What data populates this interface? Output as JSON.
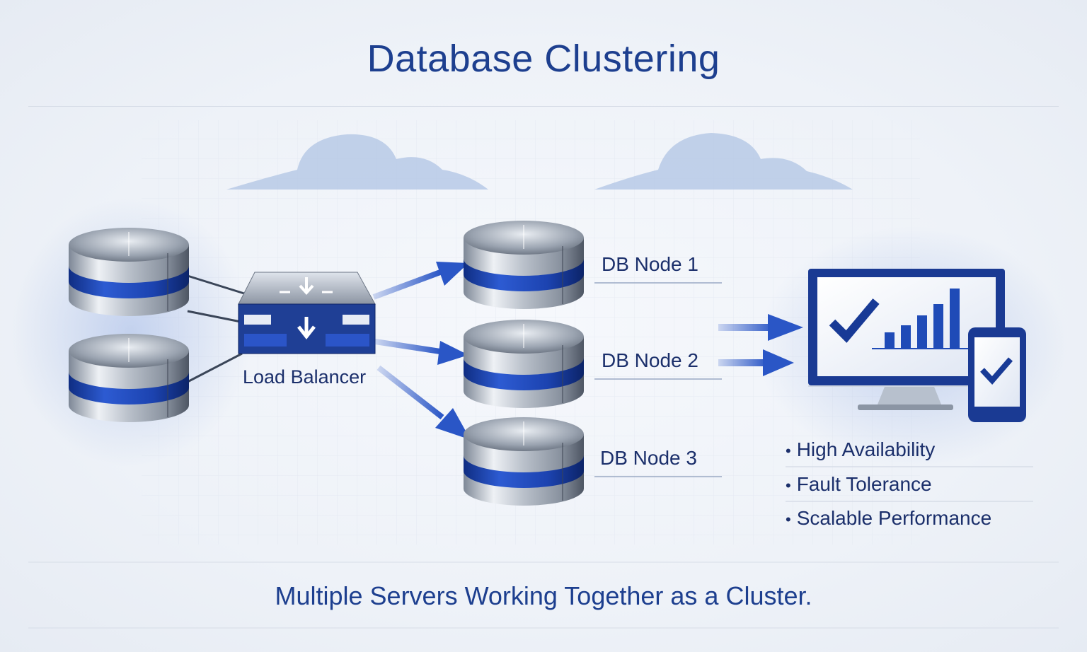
{
  "title": "Database Clustering",
  "load_balancer": {
    "label": "Load Balancer"
  },
  "nodes": [
    {
      "label": "DB Node 1"
    },
    {
      "label": "DB Node 2"
    },
    {
      "label": "DB Node 3"
    }
  ],
  "benefits": [
    {
      "label": "High Availability"
    },
    {
      "label": "Fault Tolerance"
    },
    {
      "label": "Scalable Performance"
    }
  ],
  "footer": "Multiple Servers Working Together as a Cluster.",
  "colors": {
    "primary_blue": "#1e47a8",
    "dark_blue": "#1b2f6b",
    "title_blue": "#1d3f8f",
    "cloud": "#b7c9e6",
    "arrow": "#2a56c6"
  },
  "icons": [
    "cloud-icon",
    "database-icon",
    "load-balancer-icon",
    "arrow-icon",
    "monitor-icon",
    "tablet-icon",
    "checkmark-icon",
    "bar-chart-icon"
  ]
}
